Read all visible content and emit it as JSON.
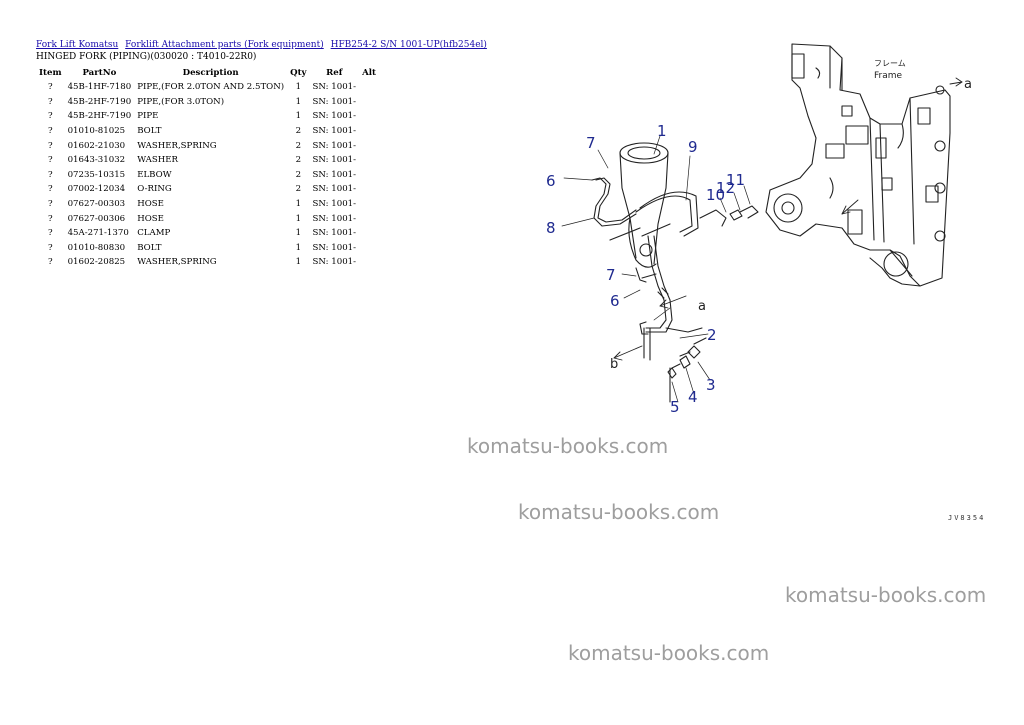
{
  "breadcrumb": {
    "link1": "Fork Lift Komatsu",
    "link2": "Forklift Attachment parts (Fork equipment)",
    "link3": "HFB254-2 S/N 1001-UP(hfb254el)"
  },
  "subtitle": "HINGED FORK (PIPING)(030020 : T4010-22R0)",
  "table": {
    "headers": [
      "Item",
      "PartNo",
      "Description",
      "Qty",
      "Ref",
      "Alt"
    ],
    "rows": [
      {
        "item": "?",
        "part_no": "45B-1HF-7180",
        "description": "PIPE,(FOR 2.0TON AND 2.5TON)",
        "qty": "1",
        "ref": "SN: 1001-",
        "alt": ""
      },
      {
        "item": "?",
        "part_no": "45B-2HF-7190",
        "description": "PIPE,(FOR 3.0TON)",
        "qty": "1",
        "ref": "SN: 1001-",
        "alt": ""
      },
      {
        "item": "?",
        "part_no": "45B-2HF-7190",
        "description": "PIPE",
        "qty": "1",
        "ref": "SN: 1001-",
        "alt": ""
      },
      {
        "item": "?",
        "part_no": "01010-81025",
        "description": "BOLT",
        "qty": "2",
        "ref": "SN: 1001-",
        "alt": ""
      },
      {
        "item": "?",
        "part_no": "01602-21030",
        "description": "WASHER,SPRING",
        "qty": "2",
        "ref": "SN: 1001-",
        "alt": ""
      },
      {
        "item": "?",
        "part_no": "01643-31032",
        "description": "WASHER",
        "qty": "2",
        "ref": "SN: 1001-",
        "alt": ""
      },
      {
        "item": "?",
        "part_no": "07235-10315",
        "description": "ELBOW",
        "qty": "2",
        "ref": "SN: 1001-",
        "alt": ""
      },
      {
        "item": "?",
        "part_no": "07002-12034",
        "description": "O-RING",
        "qty": "2",
        "ref": "SN: 1001-",
        "alt": ""
      },
      {
        "item": "?",
        "part_no": "07627-00303",
        "description": "HOSE",
        "qty": "1",
        "ref": "SN: 1001-",
        "alt": ""
      },
      {
        "item": "?",
        "part_no": "07627-00306",
        "description": "HOSE",
        "qty": "1",
        "ref": "SN: 1001-",
        "alt": ""
      },
      {
        "item": "?",
        "part_no": "45A-271-1370",
        "description": "CLAMP",
        "qty": "1",
        "ref": "SN: 1001-",
        "alt": ""
      },
      {
        "item": "?",
        "part_no": "01010-80830",
        "description": "BOLT",
        "qty": "1",
        "ref": "SN: 1001-",
        "alt": ""
      },
      {
        "item": "?",
        "part_no": "01602-20825",
        "description": "WASHER,SPRING",
        "qty": "1",
        "ref": "SN: 1001-",
        "alt": ""
      }
    ]
  },
  "diagram": {
    "callouts": {
      "n1": "1",
      "n2": "2",
      "n3": "3",
      "n4": "4",
      "n5": "5",
      "n6a": "6",
      "n6b": "6",
      "n7a": "7",
      "n7b": "7",
      "n8": "8",
      "n9": "9",
      "n10": "10",
      "n11": "11",
      "n12": "12"
    },
    "frame_label_jp": "フレーム",
    "frame_label": "Frame",
    "ref_a1": "a",
    "ref_a2": "a",
    "ref_b": "b",
    "code": "JV8354",
    "callout_color": "#1f2a8f"
  },
  "watermarks": [
    "komatsu-books.com",
    "komatsu-books.com",
    "komatsu-books.com",
    "komatsu-books.com"
  ]
}
